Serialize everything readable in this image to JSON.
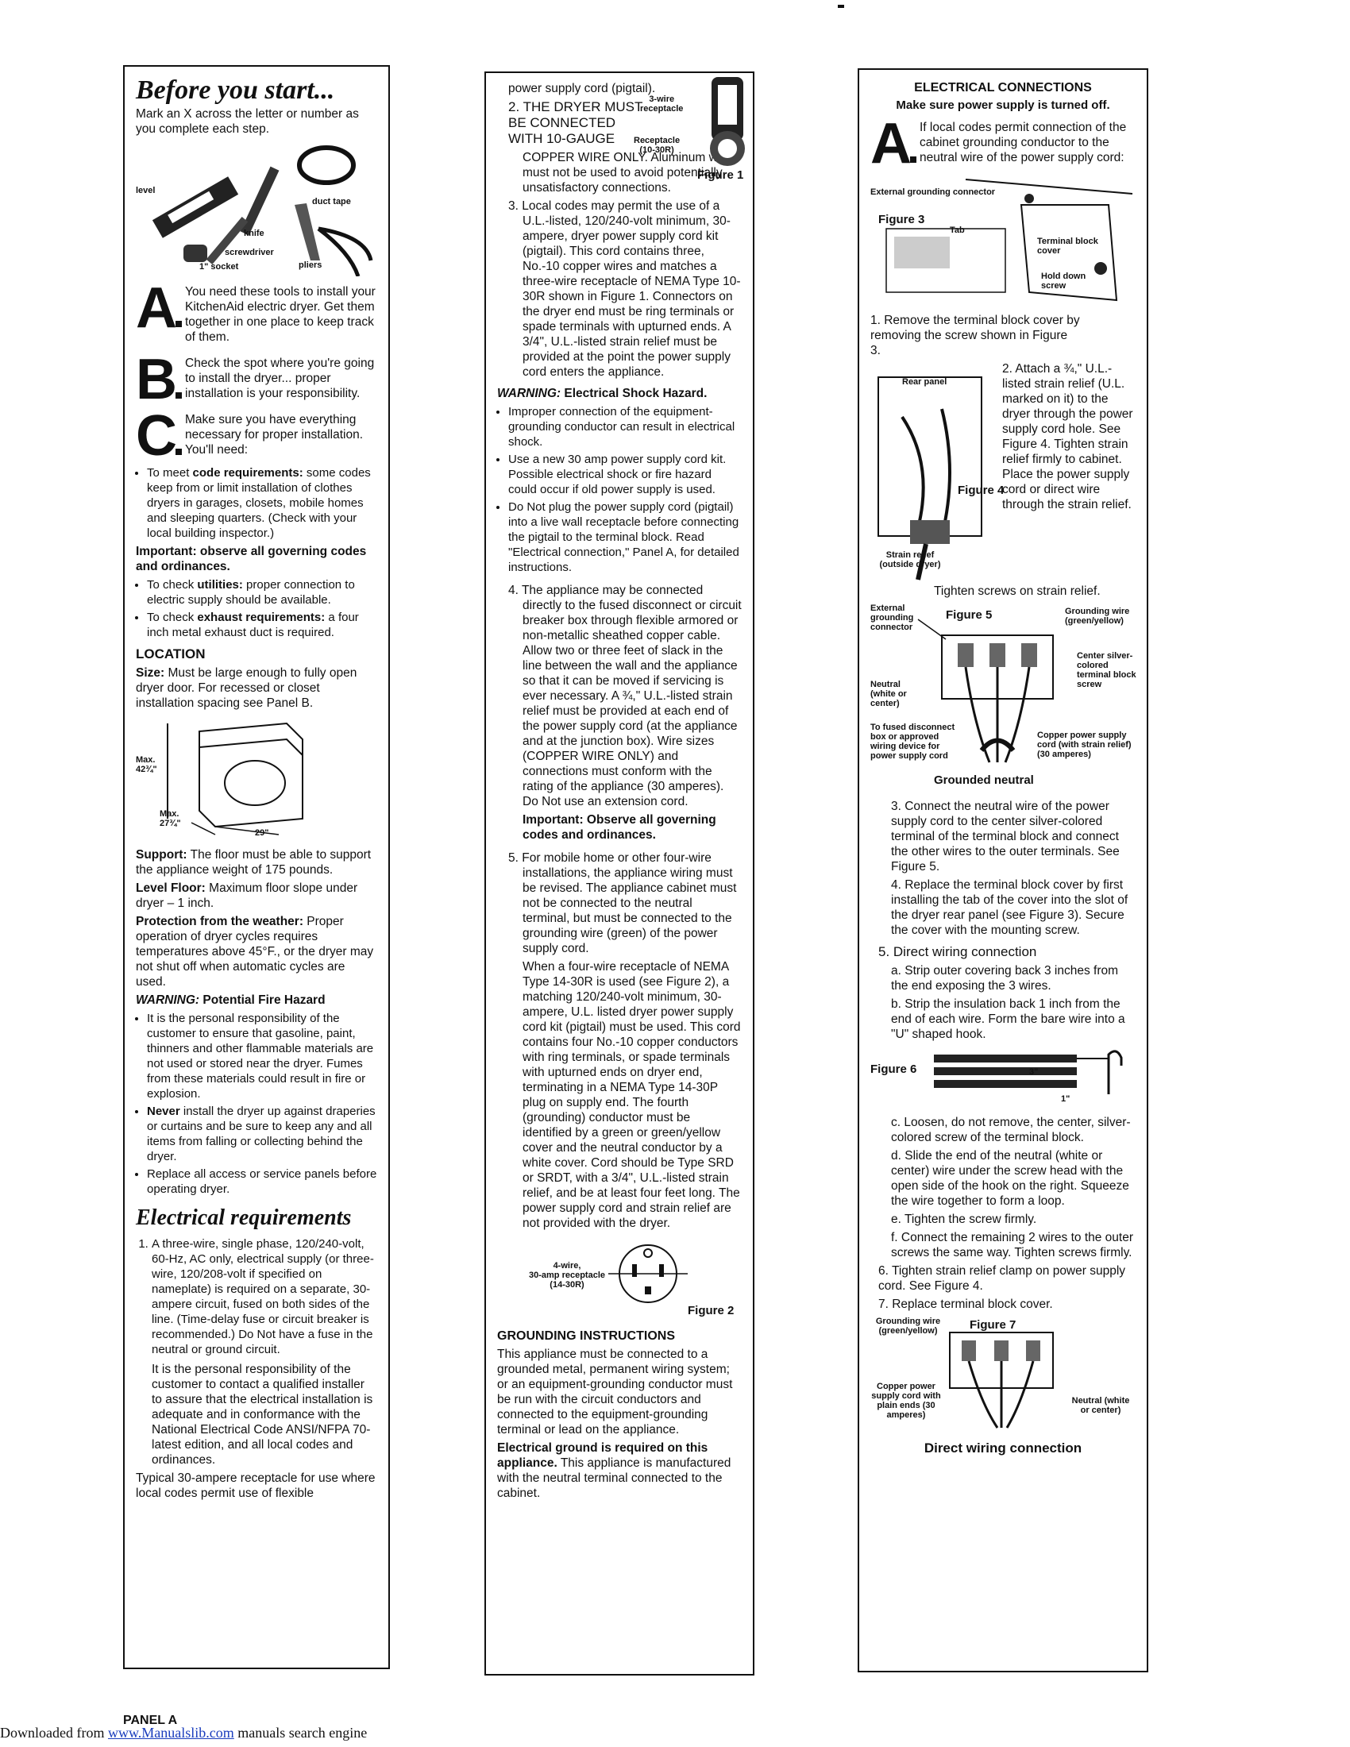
{
  "panel_label": "PANEL A",
  "footer": {
    "prefix": "Downloaded from ",
    "link": "www.Manualslib.com",
    "suffix": " manuals search engine"
  },
  "col1": {
    "title": "Before you start...",
    "intro": "Mark an X across the letter or number as you complete each step.",
    "tool_labels": {
      "level": "level",
      "duct_tape": "duct tape",
      "knife": "knife",
      "screwdriver": "screwdriver",
      "socket": "1\" socket",
      "pliers": "pliers"
    },
    "A": {
      "letter": "A",
      "text": "You need these tools to install your KitchenAid electric dryer. Get them together in one place to keep track of them."
    },
    "B": {
      "letter": "B",
      "text": "Check the spot where you're going to install the dryer... proper installation is your responsibility."
    },
    "C": {
      "letter": "C",
      "text": "Make sure you have everything necessary for proper installation. You'll need:"
    },
    "c_items": [
      {
        "lead": "code requirements:",
        "pre": "To meet ",
        "text": " some codes keep from or limit installation of clothes dryers in garages, closets, mobile homes and sleeping quarters. (Check with your local building inspector.)"
      }
    ],
    "important": "Important: observe all governing codes and ordinances.",
    "c_items2": [
      {
        "pre": "To check ",
        "lead": "utilities:",
        "text": " proper connection to electric supply should be available."
      },
      {
        "pre": "To check ",
        "lead": "exhaust requirements:",
        "text": " a four inch metal exhaust duct is required."
      }
    ],
    "location_heading": "LOCATION",
    "size": {
      "lead": "Size:",
      "text": " Must be large enough to fully open dryer door. For recessed or closet installation spacing see Panel B."
    },
    "dims": {
      "max_h_label": "Max.",
      "max_h": "42¾\"",
      "max_d_label": "Max.",
      "max_d": "27¾\"",
      "width": "29\""
    },
    "support": {
      "lead": "Support:",
      "text": " The floor must be able to support the appliance weight of 175 pounds."
    },
    "level_floor": {
      "lead": "Level Floor:",
      "text": " Maximum floor slope under dryer – 1 inch."
    },
    "weather": {
      "lead": "Protection from the weather:",
      "text": " Proper operation of dryer cycles requires temperatures above 45°F., or the dryer may not shut off when automatic cycles are used."
    },
    "warning_fire": {
      "lead": "WARNING:",
      "text": " Potential Fire Hazard"
    },
    "fire_items": [
      "It is the personal responsibility of the customer to ensure that gasoline, paint, thinners and other flammable materials are not used or stored near the dryer. Fumes from these materials could result in fire or explosion.",
      "install the dryer up against draperies or curtains and be sure to keep any and all items from falling or collecting behind the dryer.",
      "Replace all access or service panels before operating dryer."
    ],
    "never": "Never",
    "elec_title": "Electrical requirements",
    "elec_1": "A three-wire, single phase, 120/240-volt, 60-Hz, AC only, electrical supply (or three-wire, 120/208-volt if specified on nameplate) is required on a separate, 30-ampere circuit, fused on both sides of the line. (Time-delay fuse or circuit breaker is recommended.) Do Not have a fuse in the neutral or ground circuit.",
    "elec_1b": "It is the personal responsibility of the customer to contact a qualified installer to assure that the electrical installation is adequate and in conformance with the National Electrical Code ANSI/NFPA 70-latest edition, and all local codes and ordinances.",
    "elec_1c": "Typical 30-ampere receptacle for use where local codes permit use of flexible"
  },
  "col2": {
    "cont": "power supply cord (pigtail).",
    "item2_lead": "THE DRYER MUST BE CONNECTED WITH 10-GAUGE",
    "item2_rest": "COPPER WIRE ONLY. Aluminum wire must not be used to avoid potentially unsatisfactory connections.",
    "fig1": {
      "l1": "3-wire",
      "l2": "receptacle",
      "l3": "Receptacle",
      "l4": "(10-30R)",
      "caption": "Figure 1"
    },
    "item3": "Local codes may permit the use of a U.L.-listed, 120/240-volt minimum, 30-ampere, dryer power supply cord kit (pigtail). This cord contains three, No.-10 copper wires and matches a three-wire receptacle of NEMA Type 10-30R shown in Figure 1. Connectors on the dryer end must be ring terminals or spade terminals with upturned ends. A 3/4\", U.L.-listed strain relief must be provided at the point the power supply cord enters the appliance.",
    "warn_lead": "WARNING:",
    "warn_text": " Electrical Shock Hazard.",
    "warn_items": [
      "Improper connection of the equipment-grounding conductor can result in electrical shock.",
      "Use a new 30 amp power supply cord kit. Possible electrical shock or fire hazard could occur if old power supply is used.",
      "Do Not plug the power supply cord (pigtail) into a live wall receptacle before connecting the pigtail to the terminal block. Read \"Electrical connection,\" Panel A, for detailed instructions."
    ],
    "item4": "The appliance may be connected directly to the fused disconnect or circuit breaker box through flexible armored or non-metallic sheathed copper cable. Allow two or three feet of slack in the line between the wall and the appliance so that it can be moved if servicing is ever necessary. A ¾,\" U.L.-listed strain relief must be provided at each end of the power supply cord (at the appliance and at the junction box). Wire sizes (COPPER WIRE ONLY) and connections must conform with the rating of the appliance (30 amperes). Do Not use an extension cord.",
    "item4_imp": "Important: Observe all governing codes and ordinances.",
    "item5": "For mobile home or other four-wire installations, the appliance wiring must be revised. The appliance cabinet must not be connected to the neutral terminal, but must be connected to the grounding wire (green) of the power supply cord.",
    "item5b": "When a four-wire receptacle of NEMA Type 14-30R is used (see Figure 2), a matching 120/240-volt minimum, 30-ampere, U.L. listed dryer power supply cord kit (pigtail) must be used. This cord contains four No.-10 copper conductors with ring terminals, or spade terminals with upturned ends on dryer end, terminating in a NEMA Type 14-30P plug on supply end. The fourth (grounding) conductor must be identified by a green or green/yellow cover and the neutral conductor by a white cover. Cord should be Type SRD or SRDT, with a 3/4\", U.L.-listed strain relief, and be at least four feet long. The power supply cord and strain relief are not provided with the dryer.",
    "fig2": {
      "l1": "4-wire,",
      "l2": "30-amp receptacle",
      "l3": "(14-30R)",
      "caption": "Figure 2"
    },
    "ground_heading": "GROUNDING INSTRUCTIONS",
    "ground_text": "This appliance must be connected to a grounded metal, permanent wiring system; or an equipment-grounding conductor must be run with the circuit conductors and connected to the equipment-grounding terminal or lead on the appliance.",
    "ground_bold": "Electrical ground is required on this appliance.",
    "ground_rest": " This appliance is manufactured with the neutral terminal connected to the cabinet."
  },
  "col3": {
    "heading": "ELECTRICAL CONNECTIONS",
    "sub": "Make sure power supply is turned off.",
    "A": {
      "letter": "A",
      "text": "If local codes permit connection of the cabinet grounding conductor to the neutral wire of the power supply cord:"
    },
    "fig3": {
      "caption": "Figure 3",
      "ext": "External grounding connector",
      "tab": "Tab",
      "tbc": "Terminal block cover",
      "hold": "Hold down screw"
    },
    "step1": "1. Remove the terminal block cover by removing the screw shown in Figure 3.",
    "step2": "2. Attach a ¾,\" U.L.-listed strain relief (U.L. marked on it) to the dryer through the power supply cord hole. See Figure 4. Tighten strain relief firmly to cabinet. Place the power supply cord or direct wire through the strain relief.",
    "fig4": {
      "caption": "Figure 4",
      "rear": "Rear panel",
      "strain": "Strain relief (outside dryer)"
    },
    "tighten": "Tighten screws on strain relief.",
    "fig5": {
      "caption": "Figure 5",
      "ext": "External grounding connector",
      "gw": "Grounding wire (green/yellow)",
      "center": "Center silver-colored terminal block screw",
      "neutral": "Neutral (white or center)",
      "fused": "To fused disconnect box or approved wiring device for power supply cord",
      "copper": "Copper power supply cord (with strain relief) (30 amperes)",
      "grounded": "Grounded neutral"
    },
    "step3": "3. Connect the neutral wire of the power supply cord to the center silver-colored terminal of the terminal block and connect the other wires to the outer terminals. See Figure 5.",
    "step4": "4. Replace the terminal block cover by first installing the tab of the cover into the slot of the dryer rear panel (see Figure 3). Secure the cover with the mounting screw.",
    "step5": "5. Direct wiring connection",
    "sub_a": "a. Strip outer covering back 3 inches from the end exposing the 3 wires.",
    "sub_b": "b. Strip the insulation back 1 inch from the end of each wire. Form the bare wire into a \"U\" shaped hook.",
    "fig6": {
      "caption": "Figure 6",
      "d3": "3\"",
      "d1": "1\""
    },
    "sub_c": "c. Loosen, do not remove, the center, silver-colored screw of the terminal block.",
    "sub_d": "d. Slide the end of the neutral (white or center) wire under the screw head with the open side of the hook on the right. Squeeze the wire together to form a loop.",
    "sub_e": "e. Tighten the screw firmly.",
    "sub_f": "f. Connect the remaining 2 wires to the outer screws the same way. Tighten screws firmly.",
    "step6": "6. Tighten strain relief clamp on power supply cord. See Figure 4.",
    "step7": "7. Replace terminal block cover.",
    "fig7": {
      "caption": "Figure 7",
      "gw": "Grounding wire (green/yellow)",
      "copper": "Copper power supply cord with plain ends (30 amperes)",
      "neutral": "Neutral (white or center)"
    },
    "fig7_title": "Direct wiring connection"
  }
}
